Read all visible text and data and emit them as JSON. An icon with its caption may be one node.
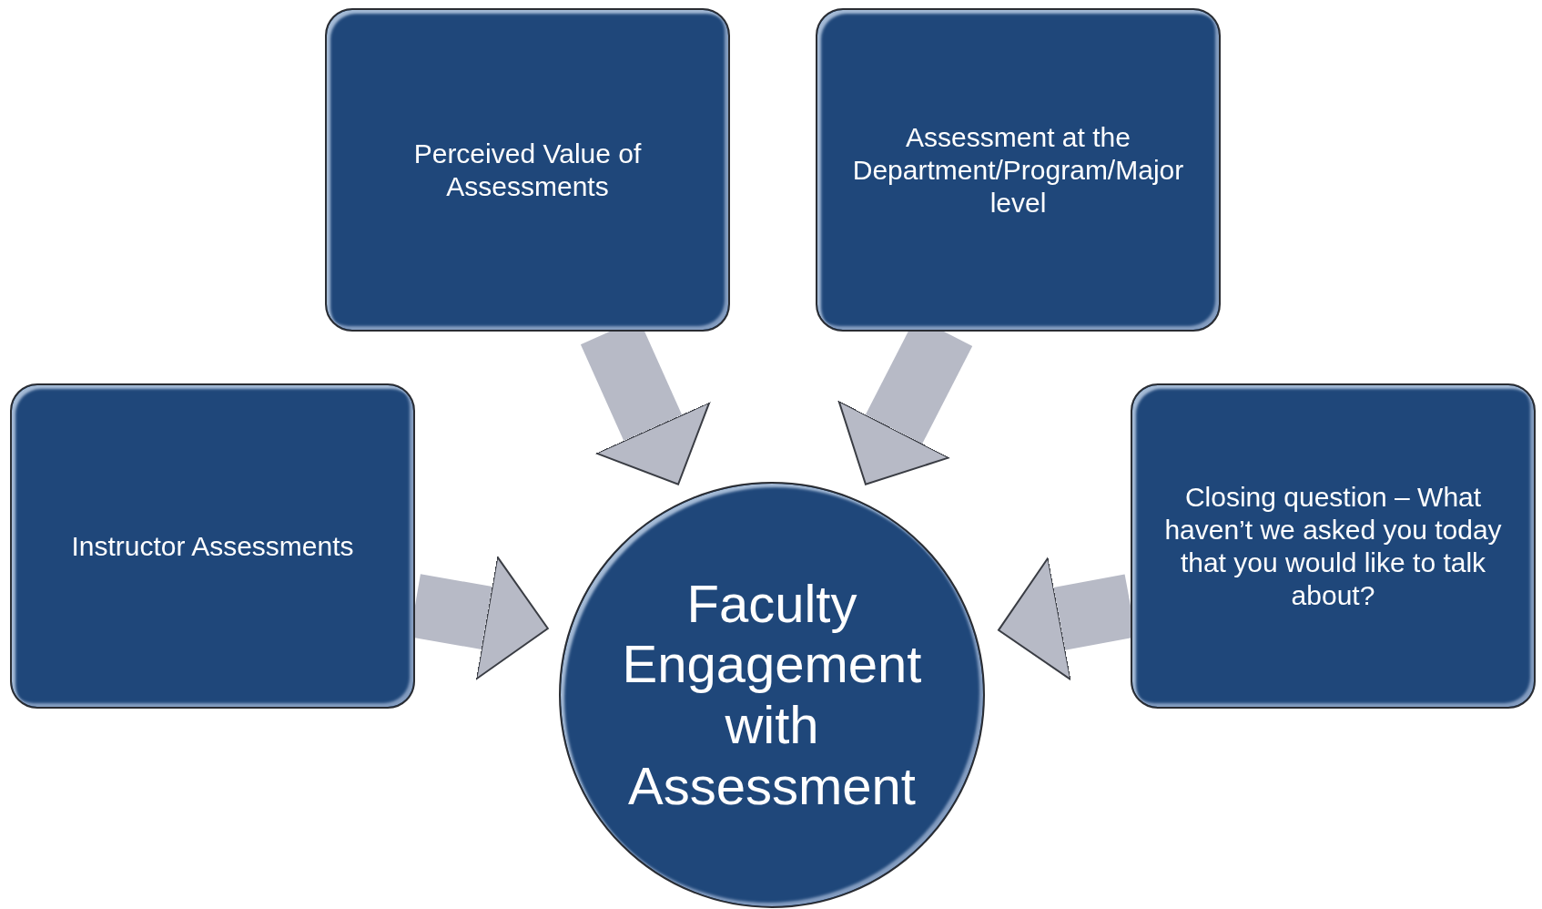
{
  "diagram": {
    "nodes": [
      {
        "text": [
          "Perceived Value of Assessments"
        ]
      },
      {
        "text": [
          "Assessment at the Department/Program/Major level"
        ]
      },
      {
        "text": [
          "Instructor Assessments"
        ]
      },
      {
        "text": [
          "Closing question – What haven’t we asked you today that you would like to talk about?"
        ]
      },
      {
        "text": [
          "Faculty Engagement with Assessment"
        ]
      }
    ],
    "edges": [
      {
        "from": 0,
        "to": 4,
        "arrow": "to"
      },
      {
        "from": 1,
        "to": 4,
        "arrow": "to"
      },
      {
        "from": 2,
        "to": 4,
        "arrow": "to"
      },
      {
        "from": 3,
        "to": 4,
        "arrow": "to"
      }
    ]
  }
}
